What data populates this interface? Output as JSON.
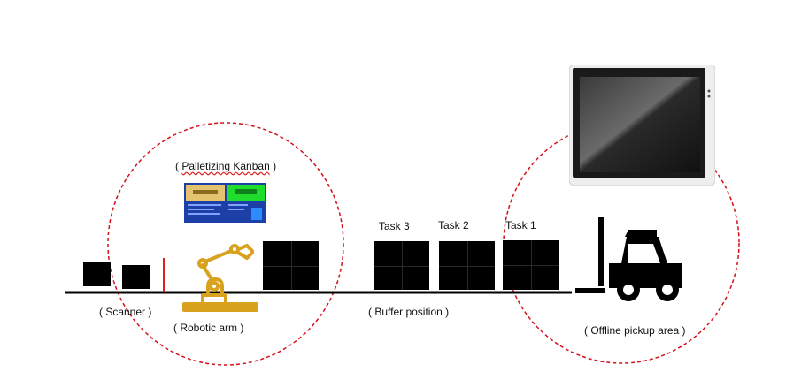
{
  "labels": {
    "kanban": "( Palletizing Kanban )",
    "scanner": "( Scanner )",
    "robotic_arm": "( Robotic arm )",
    "buffer": "( Buffer position )",
    "offline": "( Offline pickup area )"
  },
  "tasks": [
    "Task 3",
    "Task 2",
    "Task 1"
  ],
  "colors": {
    "dashed_circle": "#d4101a",
    "robot_arm": "#d8a21e",
    "scanner_mark": "#e0201f",
    "screen_left": "#e3c36e",
    "screen_right": "#1fdc2d",
    "screen_body": "#1c3fa8"
  },
  "icons": {
    "robot": "robotic-arm-icon",
    "forklift": "forklift-icon",
    "monitor": "touch-monitor-icon",
    "kanban": "kanban-screen-icon"
  }
}
